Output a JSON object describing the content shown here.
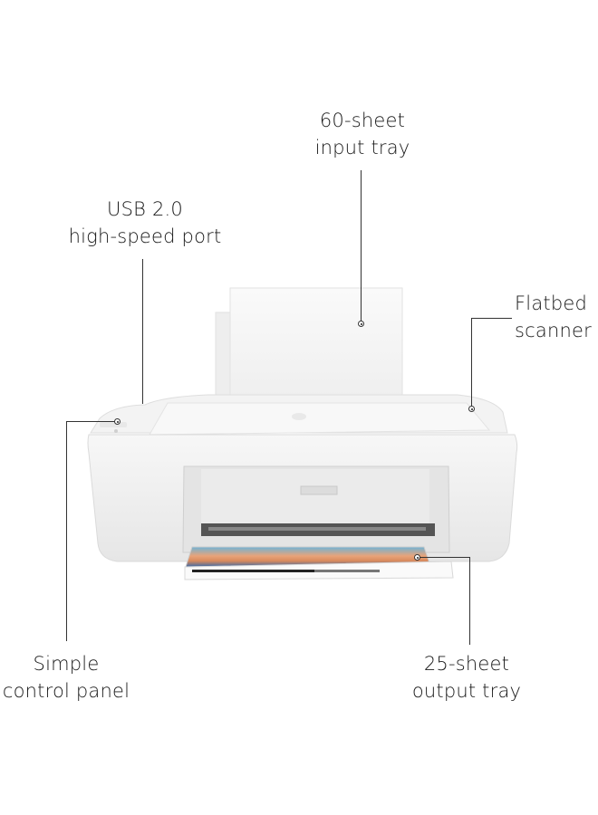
{
  "callouts": {
    "input_tray": {
      "line1": "60-sheet",
      "line2": "input tray"
    },
    "usb_port": {
      "line1": "USB 2.0",
      "line2": "high-speed port"
    },
    "flatbed_scanner": {
      "line1": "Flatbed",
      "line2": "scanner"
    },
    "control_panel": {
      "line1": "Simple",
      "line2": "control panel"
    },
    "output_tray": {
      "line1": "25-sheet",
      "line2": "output tray"
    }
  },
  "product": {
    "name": "printer-illustration",
    "color": "#f2f2f2",
    "accent": "#333333"
  }
}
